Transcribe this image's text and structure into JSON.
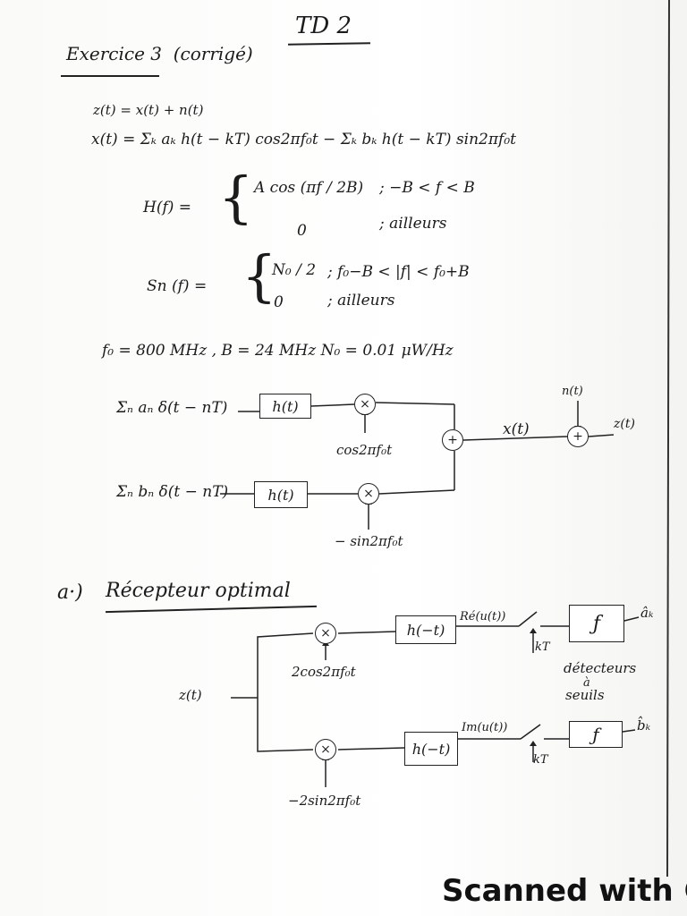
{
  "header": {
    "title": "TD 2",
    "exercise": "Exercice 3",
    "note": "(corrigé)"
  },
  "equations": {
    "z": "z(t) = x(t) + n(t)",
    "x": "x(t) = Σₖ aₖ h(t − kT) cos2πf₀t − Σₖ bₖ h(t − kT) sin2πf₀t",
    "H_label": "H(f) =",
    "H_case1_expr": "A cos (πf / 2B)",
    "H_case1_cond": "; −B < f < B",
    "H_case2_expr": "0",
    "H_case2_cond": "; ailleurs",
    "Sn_label": "Sn (f) =",
    "Sn_case1_expr": "N₀ / 2",
    "Sn_case1_cond": "; f₀−B < |f| < f₀+B",
    "Sn_case2_expr": "0",
    "Sn_case2_cond": "; ailleurs",
    "params": "f₀ = 800 MHz ,  B = 24 MHz      N₀ = 0.01 μW/Hz"
  },
  "modulator": {
    "input_a": "Σₙ aₙ δ(t − nT)",
    "input_b": "Σₙ bₙ δ(t − nT)",
    "filter_a": "h(t)",
    "filter_b": "h(t)",
    "mult_a": "×",
    "mult_b": "×",
    "carrier_a": "cos2πf₀t",
    "carrier_b": "− sin2πf₀t",
    "sum1": "+",
    "sum2": "+",
    "x_label": "x(t)",
    "noise_label": "n(t)",
    "output_label": "z(t)"
  },
  "receiver": {
    "section_marker": "a·)",
    "section_title": "Récepteur optimal",
    "input_label": "z(t)",
    "mult_top": "×",
    "mult_bottom": "×",
    "carrier_top": "2cos2πf₀t",
    "carrier_bottom": "−2sin2πf₀t",
    "filter_top": "h(−t)",
    "filter_bottom": "h(−t)",
    "signal_top": "Ré(u(t))",
    "signal_bottom": "Im(u(t))",
    "sampler_top": "kT",
    "sampler_bottom": "kT",
    "decision_top": "ƒ",
    "decision_bottom": "ƒ",
    "output_top": "âₖ",
    "output_bottom": "b̂ₖ",
    "decision_note_1": "détecteurs",
    "decision_note_2": "à",
    "decision_note_3": "seuils"
  },
  "footer": {
    "watermark": "Scanned with Ca"
  }
}
